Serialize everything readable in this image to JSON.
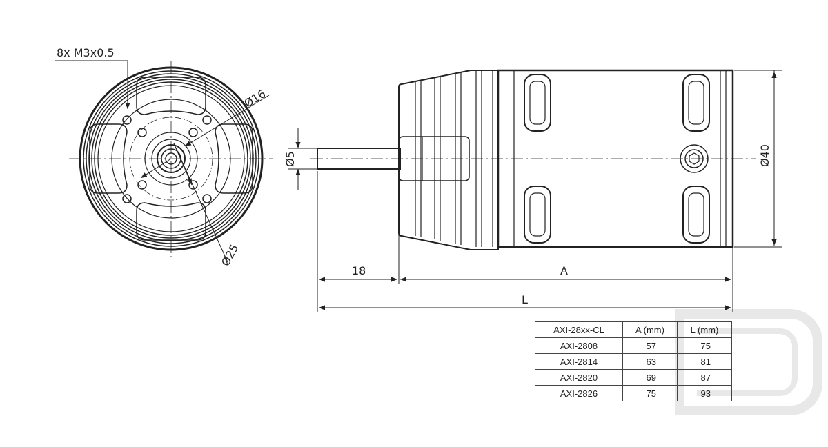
{
  "labels": {
    "thread_callout": "8x M3x0.5",
    "dia_16": "Ø16",
    "dia_25": "Ø25",
    "dia_5": "Ø5",
    "dia_40": "Ø40",
    "dim_18": "18",
    "dim_a": "A",
    "dim_l": "L"
  },
  "table": {
    "headers": [
      "AXI-28xx-CL",
      "A (mm)",
      "L (mm)"
    ],
    "rows": [
      [
        "AXI-2808",
        "57",
        "75"
      ],
      [
        "AXI-2814",
        "63",
        "81"
      ],
      [
        "AXI-2820",
        "69",
        "87"
      ],
      [
        "AXI-2826",
        "75",
        "93"
      ]
    ]
  },
  "colors": {
    "line": "#222222",
    "watermark": "#e6e6e6"
  }
}
